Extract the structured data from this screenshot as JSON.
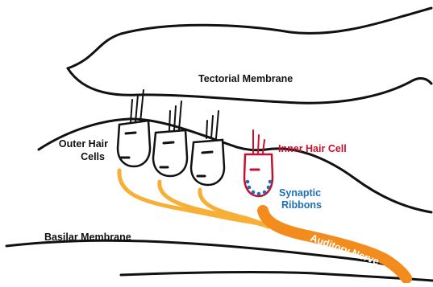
{
  "labels": {
    "tectorial_membrane": "Tectorial Membrane",
    "outer_hair_cells_line1": "Outer Hair",
    "outer_hair_cells_line2": "Cells",
    "inner_hair_cell": "Inner Hair Cell",
    "synaptic_ribbons_line1": "Synaptic",
    "synaptic_ribbons_line2": "Ribbons",
    "basilar_membrane": "Basilar Membrane",
    "auditory_nerve": "Auditory Nerve"
  },
  "colors": {
    "outline": "#111111",
    "inner_hair_cell": "#c8102e",
    "synaptic_ribbons": "#1f6fb8",
    "outer_nerve_fibers": "#f7b035",
    "auditory_nerve": "#f28c1c",
    "auditory_nerve_label": "#ffffff"
  }
}
